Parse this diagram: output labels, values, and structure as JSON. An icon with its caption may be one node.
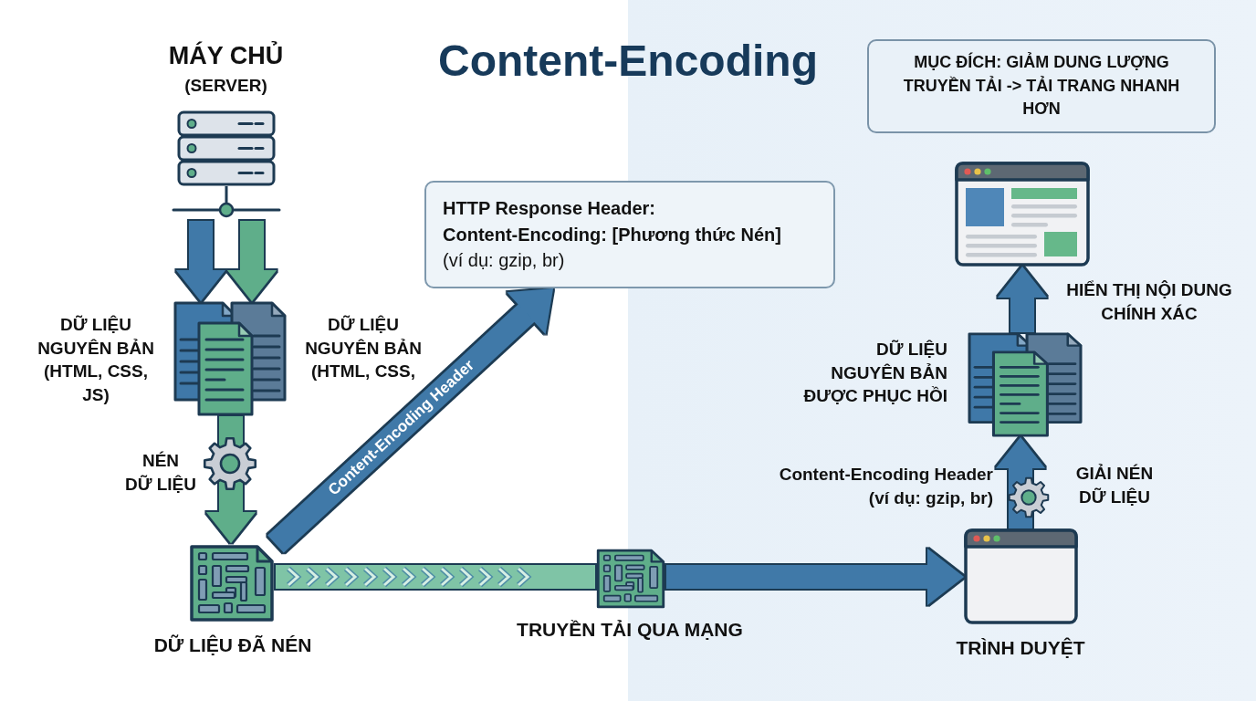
{
  "diagram": {
    "title": "Content-Encoding",
    "nodes": [
      {
        "text": [],
        "shape": "picture",
        "beside": [
          "MÁY CHỦ",
          "(SERVER)"
        ]
      },
      {
        "text": [],
        "shape": "picture",
        "beside": [
          "DỮ LIỆU NGUYÊN BẢN (HTML, CSS, JS)",
          "DỮ LIỆU NGUYÊN BẢN (HTML, CSS,"
        ]
      },
      {
        "text": [],
        "shape": "picture",
        "beside": [
          "DỮ LIỆU ĐÃ NÉN"
        ]
      },
      {
        "text": [
          "HTTP Response Header: Content-Encoding: [Phương thức Nén]",
          "(ví dụ: gzip, br)"
        ]
      },
      {
        "text": [],
        "shape": "picture",
        "beside": [
          "TRUYỀN TẢI QUA MẠNG"
        ]
      },
      {
        "text": [],
        "shape": "picture",
        "beside": [
          "TRÌNH DUYỆT"
        ]
      },
      {
        "text": [],
        "shape": "picture",
        "beside": [
          "DỮ LIỆU NGUYÊN BẢN ĐƯỢC PHỤC HỒI"
        ]
      },
      {
        "text": [],
        "shape": "picture"
      },
      {
        "text": [
          "MỤC ĐÍCH: GIẢM DUNG LƯỢNG TRUYỀN TẢI -> TẢI TRANG NHANH HƠN"
        ]
      }
    ],
    "edges": [
      {
        "from": 0,
        "to": 1,
        "arrow": "to"
      },
      {
        "from": 0,
        "to": 1,
        "arrow": "to",
        "color": "#5fae8a"
      },
      {
        "from": 1,
        "to": 2,
        "arrow": "to",
        "label": "NÉN DỮ LIỆU",
        "color": "#5fae8a"
      },
      {
        "from": 2,
        "to": 3,
        "arrow": "to",
        "label": "Content-Encoding Header"
      },
      {
        "from": 2,
        "to": 4,
        "arrow": "to",
        "color": "#7fc4a6"
      },
      {
        "from": 4,
        "to": 5,
        "arrow": "to"
      },
      {
        "from": 5,
        "to": 6,
        "arrow": "to",
        "label": "GIẢI NÉN DỮ LIỆU"
      },
      {
        "from": 6,
        "to": 7,
        "arrow": "to",
        "label": "HIỂN THỊ NỘI DUNG CHÍNH XÁC"
      }
    ],
    "labels": [
      "Content-Encoding Header (ví dụ: gzip, br)"
    ]
  }
}
